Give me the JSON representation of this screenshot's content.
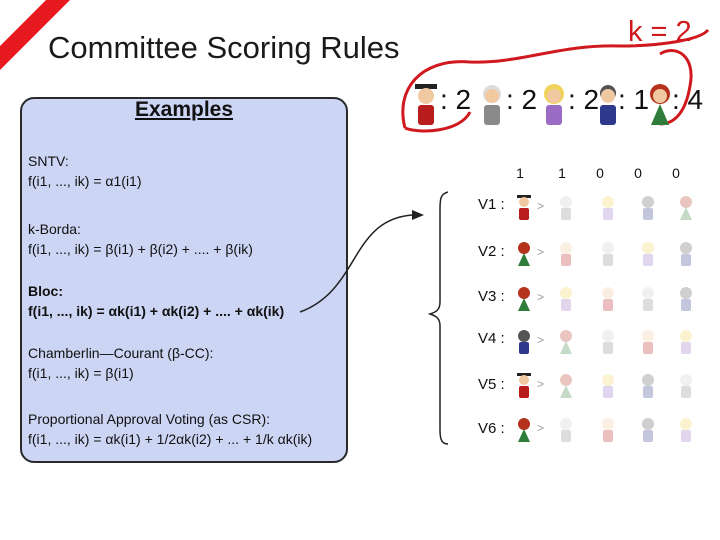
{
  "header": {
    "title": "Committee Scoring Rules",
    "k_label": "k = 2"
  },
  "examples": {
    "heading": "Examples",
    "rules": [
      {
        "name": "SNTV:",
        "formula": "f(i1, ..., ik) = α1(i1)"
      },
      {
        "name": "k-Borda:",
        "formula": "f(i1, ..., ik) = β(i1) + β(i2) + .... + β(ik)"
      },
      {
        "name": "Bloc:",
        "formula": "f(i1, ..., ik) = αk(i1) + αk(i2) + .... + αk(ik)"
      },
      {
        "name": "Chamberlin—Courant (β-CC):",
        "formula": "f(i1, ..., ik) = β(i1)"
      },
      {
        "name": "Proportional Approval Voting (as CSR):",
        "formula": "f(i1, ..., ik) = αk(i1) + 1/2αk(i2) + ... + 1/k αk(ik)"
      }
    ]
  },
  "candidates": [
    {
      "icon": "graduate-man-icon",
      "score_label": ": 2",
      "top_score": "1"
    },
    {
      "icon": "old-man-icon",
      "score_label": ": 2",
      "top_score": "1"
    },
    {
      "icon": "blonde-woman-icon",
      "score_label": ": 2",
      "top_score": "0"
    },
    {
      "icon": "businessman-icon",
      "score_label": ": 1",
      "top_score": "0"
    },
    {
      "icon": "red-haired-woman-icon",
      "score_label": ": 4",
      "top_score": "0"
    }
  ],
  "voters": [
    {
      "label": "V1 :",
      "sub": "1"
    },
    {
      "label": "V2 :",
      "sub": "2"
    },
    {
      "label": "V3 :",
      "sub": "3"
    },
    {
      "label": "V4 :",
      "sub": "4"
    },
    {
      "label": "V5 :",
      "sub": "5"
    },
    {
      "label": "V6 :",
      "sub": "6"
    }
  ],
  "colors": {
    "accent_red": "#d0191e",
    "panel_fill": "#ccd5f4"
  }
}
